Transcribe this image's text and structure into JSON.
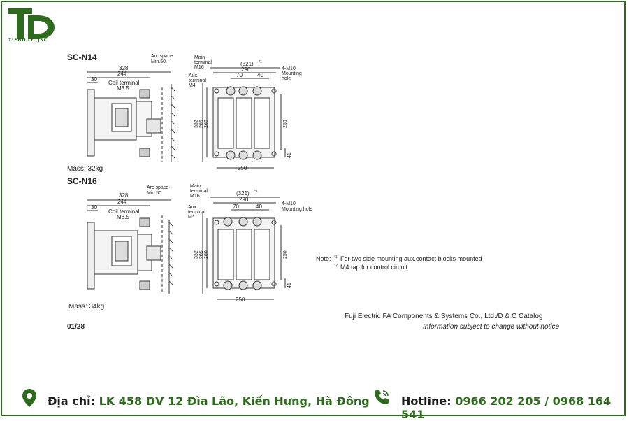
{
  "logo": {
    "letters": "TD",
    "subtitle": "TIENDUY.,JSC"
  },
  "models": [
    {
      "name": "SC-N14",
      "mass": "Mass: 32kg",
      "side_dims": {
        "d1": "328",
        "d2": "244",
        "d3": "30",
        "coil": "Coil terminal",
        "coil_size": "M3.5",
        "arc": "Arc space",
        "arc_min": "Min.50"
      },
      "front_dims": {
        "main": "Main",
        "terminal": "terminal",
        "main_size": "M16",
        "d321": "(321)",
        "note_mark": "*1",
        "d290": "290",
        "d70": "70",
        "d40": "40",
        "aux": "Aux.",
        "aux_t": "terminal",
        "aux_size": "M4",
        "d332": "332",
        "d285": "285",
        "d260": "260",
        "d250v": "250",
        "d41": "41",
        "d250": "250",
        "mount": "4-M10",
        "mount2": "Mounting",
        "mount3": "hole"
      }
    },
    {
      "name": "SC-N16",
      "mass": "Mass: 34kg",
      "side_dims": {
        "d1": "328",
        "d2": "244",
        "d3": "30",
        "coil": "Coil terminal",
        "coil_size": "M3.5",
        "arc": "Arc space",
        "arc_min": "Min.50"
      },
      "front_dims": {
        "main": "Main",
        "terminal": "terminal",
        "main_size": "M16",
        "d321": "(321)",
        "note_mark": "*1",
        "d290": "290",
        "d70": "70",
        "d40": "40",
        "aux": "Aux.",
        "aux_t": "terminal",
        "aux_size": "M4",
        "d332": "332",
        "d285": "285",
        "d260": "260",
        "d250v": "250",
        "d41": "41",
        "d250": "250",
        "mount": "4-M10",
        "mount2": "Mounting hole",
        "mount3": ""
      }
    }
  ],
  "page_no": "01/28",
  "notes": {
    "label": "Note:",
    "n1_mark": "*1",
    "n1": "For two side mounting aux.contact blocks mounted",
    "n2_mark": "*2",
    "n2": "M4 tap for control circuit"
  },
  "catalog": {
    "line1": "Fuji Electric FA Components & Systems Co., Ltd./D & C Catalog",
    "line2": "Information subject to change without notice"
  },
  "footer": {
    "address_label": "Địa chỉ:",
    "address_value": "LK 458 DV 12 Đìa Lão, Kiến Hưng, Hà Đông",
    "hotline_label": "Hotline:",
    "hotline_value": "0966 202 205 / 0968 164 541"
  },
  "colors": {
    "brand": "#2e6b1e",
    "border": "#2e6b1e"
  },
  "icons": {
    "address": "map-pin-icon",
    "hotline": "phone-icon"
  }
}
